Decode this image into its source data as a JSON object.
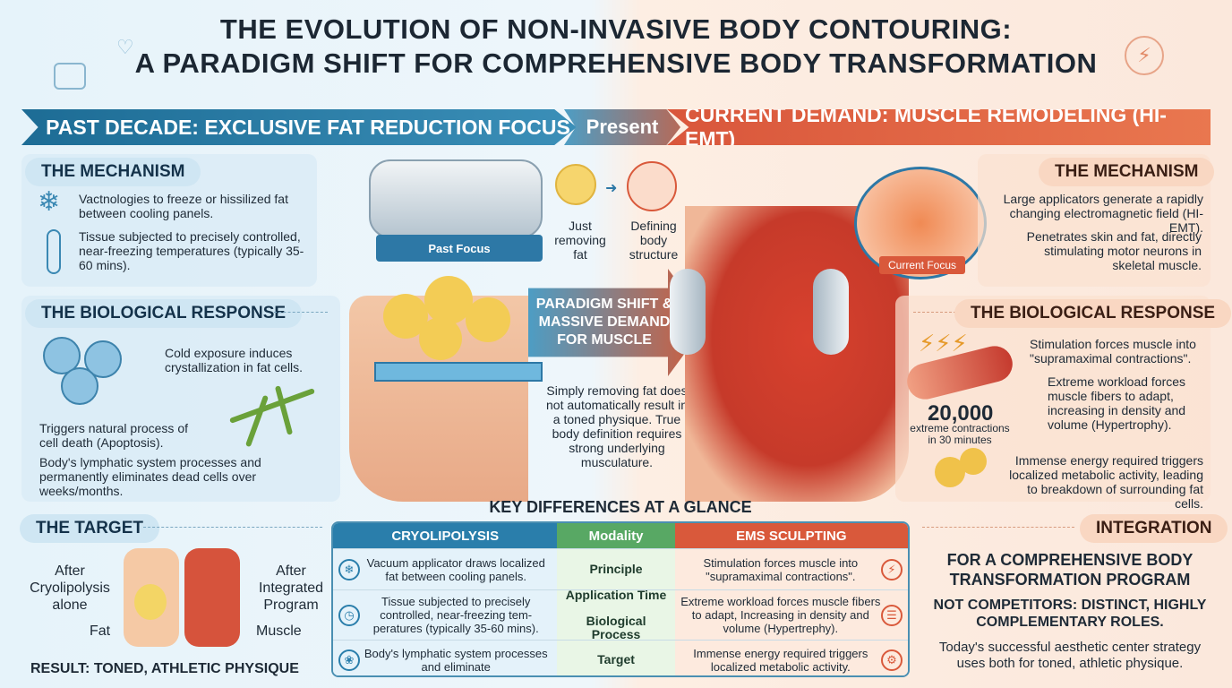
{
  "title": {
    "line1": "THE EVOLUTION OF NON-INVASIVE BODY CONTOURING:",
    "line2": "A PARADIGM SHIFT FOR COMPREHENSIVE BODY TRANSFORMATION"
  },
  "banner": {
    "left": "PAST DECADE: EXCLUSIVE FAT REDUCTION FOCUS",
    "mid": "Present",
    "right": "CURRENT DEMAND: MUSCLE REMODELING (HI-EMT)"
  },
  "left": {
    "mechanism": {
      "heading": "THE MECHANISM",
      "item1": "Vactnologies to freeze or hissilized fat between cooling panels.",
      "item2": "Tissue subjected to precisely controlled, near-freezing temperatures (typically 35-60 mins)."
    },
    "biological": {
      "heading": "THE BIOLOGICAL RESPONSE",
      "item1": "Cold exposure induces crystallization in fat cells.",
      "item2": "Triggers natural process of cell death (Apoptosis).",
      "item3": "Body's lymphatic system processes and permanently eliminates dead cells over weeks/months."
    },
    "target": {
      "heading": "THE TARGET",
      "after_cryo": "After Cryolipolysis alone",
      "after_integrated": "After Integrated Program",
      "fat": "Fat",
      "muscle": "Muscle",
      "result": "RESULT: TONED, ATHLETIC PHYSIQUE"
    }
  },
  "center": {
    "past_focus": "Past Focus",
    "just_removing": "Just removing fat",
    "defining": "Defining body structure",
    "shift": "PARADIGM SHIFT & MASSIVE DEMAND FOR MUSCLE",
    "note": "Simply removing fat does not automatically result in a toned physique. True body definition requires strong underlying musculature.",
    "current_focus": "Current Focus"
  },
  "right": {
    "mechanism": {
      "heading": "THE MECHANISM",
      "item1": "Large applicators generate a rapidly changing electromagnetic field (HI-EMT).",
      "item2": "Penetrates skin and fat, directly stimulating motor neurons in skeletal muscle."
    },
    "biological": {
      "heading": "THE BIOLOGICAL RESPONSE",
      "item1": "Stimulation forces muscle into \"supramaximal contractions\".",
      "item2": "Extreme workload forces muscle fibers to adapt, increasing in density and volume (Hypertrophy).",
      "count": "20,000",
      "count_label": "extreme contractions in 30 minutes",
      "item3": "Immense energy required triggers localized metabolic activity, leading to breakdown of surrounding fat cells."
    },
    "integration": {
      "heading": "INTEGRATION",
      "line1": "FOR A COMPREHENSIVE BODY TRANSFORMATION PROGRAM",
      "line2": "NOT COMPETITORS: DISTINCT, HIGHLY COMPLEMENTARY ROLES.",
      "line3": "Today's successful aesthetic center strategy uses both for toned, athletic physique."
    }
  },
  "table": {
    "heading": "KEY DIFFERENCES AT A GLANCE",
    "col1": "CRYOLIPOLYSIS",
    "col2": "Modality",
    "col3": "EMS SCULPTING",
    "rows": [
      {
        "left": "Vacuum applicator draws localized fat between cooling panels.",
        "mid": "Principle",
        "right": "Stimulation forces muscle into \"supramaximal contractions\"."
      },
      {
        "left": "Tissue subjected to precisely controlled, near-freezing tem-peratures (typically 35-60 mins).",
        "mid": "Application Time",
        "mid2": "Biological Process",
        "right": "Extreme workload forces muscle fibers to adapt, Increasing in density and volume (Hypertrephy)."
      },
      {
        "left": "Body's lymphatic system processes and eliminate",
        "mid": "Target",
        "right": "Immense energy required triggers localized metabolic activity."
      }
    ]
  },
  "colors": {
    "blue": "#2a7eab",
    "orange": "#d9593b",
    "green": "#58a864"
  }
}
